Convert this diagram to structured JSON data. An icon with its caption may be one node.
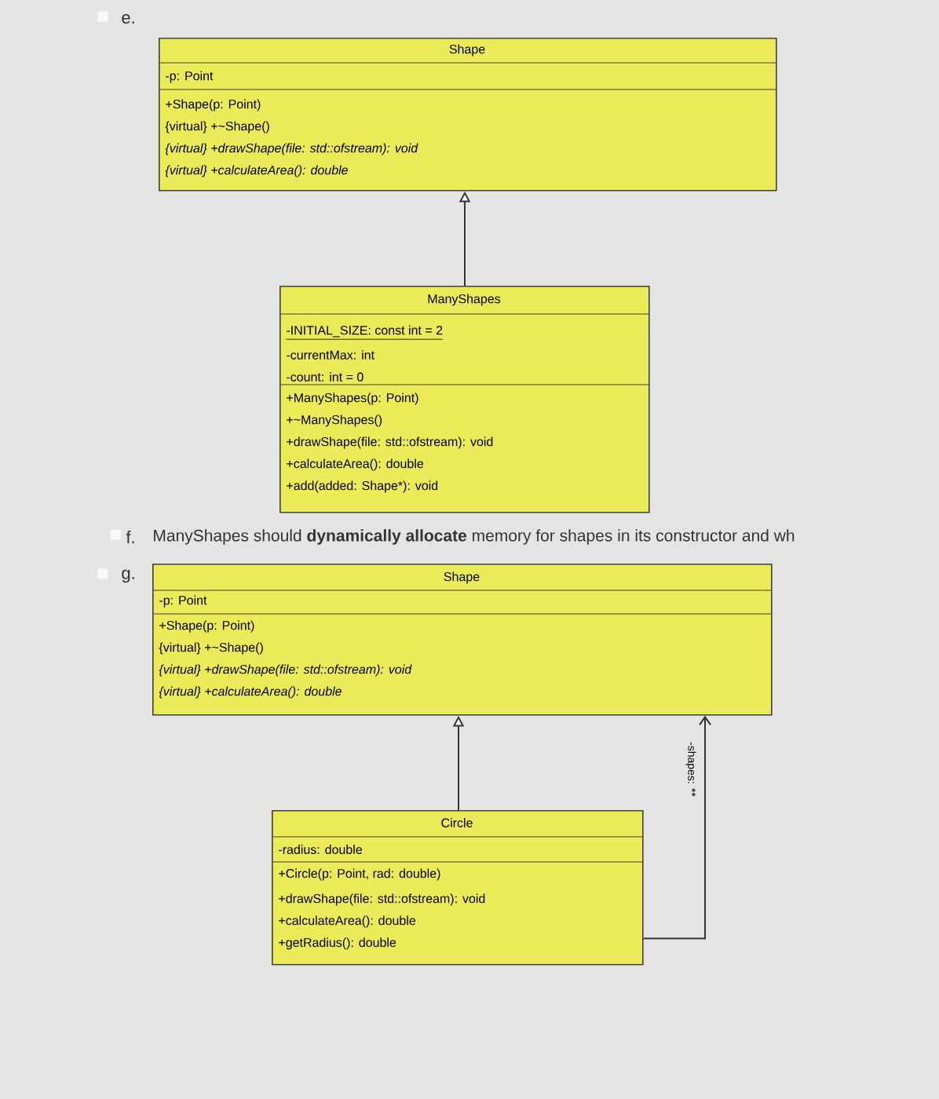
{
  "diagram": {
    "nodes": [
      {
        "text": [
          "Shape",
          "-p: Point",
          "+Shape(p: Point)",
          "{virtual} +~Shape()",
          "{virtual} +drawShape(file: std::ofstream): void",
          "{virtual} +calculateArea(): double"
        ]
      },
      {
        "text": [
          "ManyShapes",
          "-INITIAL_SIZE: const int = 2",
          "-currentMax: int",
          "-count: int = 0",
          "+ManyShapes(p: Point)",
          "+~ManyShapes()",
          "+drawShape(file: std::ofstream): void",
          "+calculateArea(): double",
          "+add(added: Shape*): void"
        ]
      },
      {
        "text": [
          "Shape",
          "-p: Point",
          "+Shape(p: Point)",
          "{virtual} +~Shape()",
          "{virtual} +drawShape(file: std::ofstream): void",
          "{virtual} +calculateArea(): double"
        ]
      },
      {
        "text": [
          "Circle",
          "-radius: double",
          "+Circle(p: Point, rad: double)",
          "+drawShape(file: std::ofstream): void",
          "+calculateArea(): double",
          "+getRadius(): double"
        ]
      }
    ],
    "edges": [
      {
        "from": 1,
        "to": 0,
        "arrow": "to"
      },
      {
        "from": 3,
        "to": 2,
        "arrow": "to"
      },
      {
        "from": 3,
        "to": 2,
        "arrow": "to",
        "label": "-shapes: **"
      }
    ],
    "labels": [
      "e.",
      "f.",
      "ManyShapes should **dynamically allocate** memory for shapes in its constructor and wh",
      "g."
    ]
  }
}
